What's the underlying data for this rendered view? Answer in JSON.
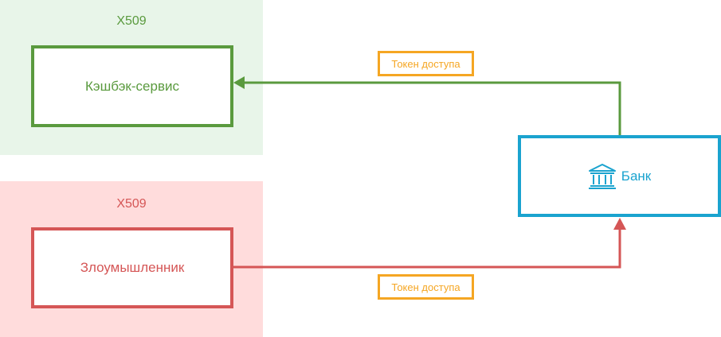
{
  "zones": {
    "trusted": {
      "label": "X509"
    },
    "attacker": {
      "label": "X509"
    }
  },
  "nodes": {
    "cashback": {
      "label": "Кэшбэк-сервис"
    },
    "attacker": {
      "label": "Злоумышленник"
    },
    "bank": {
      "label": "Банк",
      "icon": "bank-icon"
    }
  },
  "edges": {
    "bank_to_cashback": {
      "label": "Токен доступа"
    },
    "attacker_to_bank": {
      "label": "Токен доступа"
    }
  },
  "colors": {
    "green": "#5a9a3e",
    "red": "#d55656",
    "blue": "#1aa3cf",
    "orange": "#f5a623",
    "green_zone": "#e8f5e9",
    "red_zone": "#ffdcdc"
  }
}
